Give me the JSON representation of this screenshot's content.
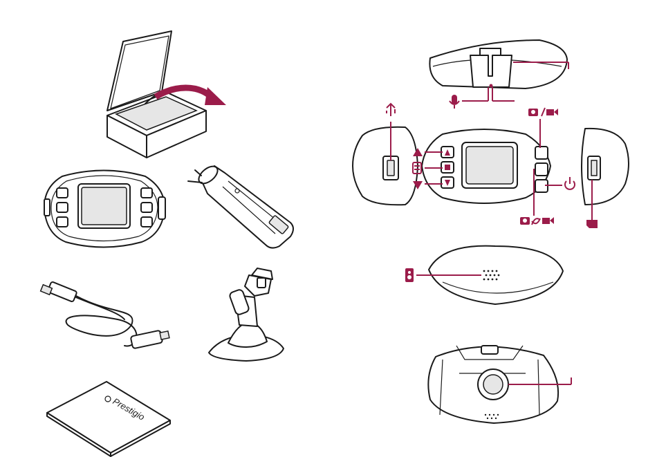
{
  "brand": {
    "manual_logo_text": "Prestigio"
  },
  "colors": {
    "accent": "#9b1c4a",
    "outline": "#1a1a1a",
    "shade": "#e6e6e6",
    "white": "#ffffff"
  },
  "package_contents": [
    {
      "name": "gift-box",
      "icon": "open-box"
    },
    {
      "name": "dash-camera",
      "icon": "camera-front"
    },
    {
      "name": "car-charger",
      "icon": "cigarette-lighter-adapter"
    },
    {
      "name": "usb-cable",
      "icon": "usb-cable"
    },
    {
      "name": "suction-mount",
      "icon": "suction-mount"
    },
    {
      "name": "user-manual",
      "icon": "manual-booklet"
    }
  ],
  "callout_icons": [
    {
      "name": "microphone",
      "icon": "microphone-icon"
    },
    {
      "name": "usb-port",
      "icon": "usb-icon"
    },
    {
      "name": "camera-video-button",
      "icon": "camera-slash-video-icon"
    },
    {
      "name": "up-button",
      "icon": "triangle-up-icon"
    },
    {
      "name": "menu-button",
      "icon": "menu-icon"
    },
    {
      "name": "down-button",
      "icon": "triangle-down-icon"
    },
    {
      "name": "power-button",
      "icon": "power-icon"
    },
    {
      "name": "mode-switch",
      "icon": "camera-switch-video-icon"
    },
    {
      "name": "microsd-slot",
      "icon": "sd-card-icon"
    },
    {
      "name": "speaker",
      "icon": "speaker-icon"
    },
    {
      "name": "bracket-slot",
      "icon": "mount-slot"
    },
    {
      "name": "lens",
      "icon": "lens"
    }
  ]
}
